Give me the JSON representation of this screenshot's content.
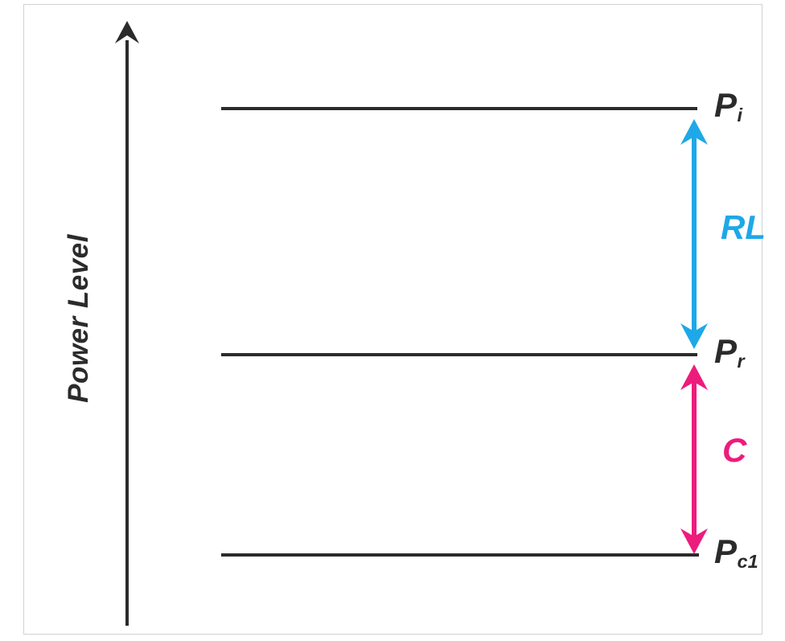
{
  "figure": {
    "type": "power-level-diagram",
    "axis": {
      "title": "Power Level",
      "direction": "up",
      "has_arrowhead": true,
      "ticks": []
    },
    "levels": [
      {
        "id": "pi",
        "base": "P",
        "sub": "i",
        "label": "P i",
        "position": "top"
      },
      {
        "id": "pr",
        "base": "P",
        "sub": "r",
        "label": "P r",
        "position": "middle"
      },
      {
        "id": "pc1",
        "base": "P",
        "sub": "c1",
        "label": "P c1",
        "position": "bottom"
      }
    ],
    "measurements": [
      {
        "id": "rl",
        "label": "RL",
        "color": "#1ea8e8",
        "from": "pi",
        "to": "pr"
      },
      {
        "id": "c",
        "label": "C",
        "color": "#ec1c7d",
        "from": "pr",
        "to": "pc1"
      }
    ],
    "colors": {
      "line": "#2b2b2b",
      "axis": "#2b2b2b",
      "text": "#2b2b2b",
      "blue": "#1ea8e8",
      "magenta": "#ec1c7d",
      "border": "#cfd1d3",
      "background": "#ffffff"
    }
  }
}
